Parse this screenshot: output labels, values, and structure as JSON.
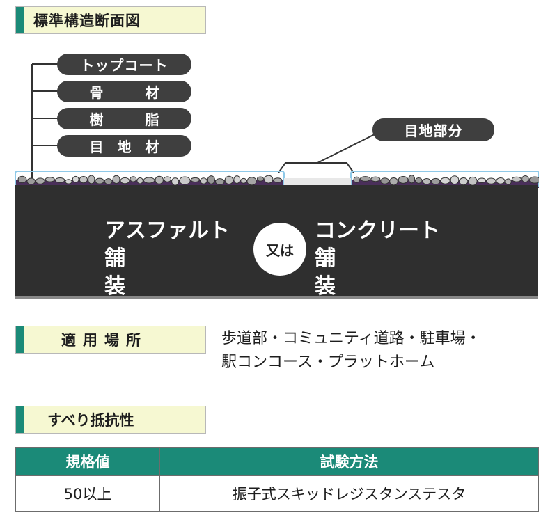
{
  "section1": {
    "title": "標準構造断面図"
  },
  "layers": [
    "トップコート",
    "骨材",
    "樹脂",
    "目地材"
  ],
  "joint_label": "目地部分",
  "pavement": {
    "left_top": "アスファルト",
    "left_bottom": "舗装",
    "or_text": "又は",
    "right_top": "コンクリート",
    "right_bottom": "舗装"
  },
  "section2": {
    "title": "適用場所",
    "line1": "歩道部・コミュニティ道路・駐車場・",
    "line2": "駅コンコース・プラットホーム"
  },
  "section3": {
    "title": "すべり抵抗性",
    "table": {
      "headers": [
        "規格値",
        "試験方法"
      ],
      "rows": [
        [
          "50以上",
          "振子式スキッドレジスタンステスタ"
        ]
      ]
    }
  },
  "colors": {
    "accent": "#1b8a78",
    "heading_bg": "#f6f8d2",
    "slab": "#2f2f2f",
    "pill": "#3f3f3f"
  }
}
